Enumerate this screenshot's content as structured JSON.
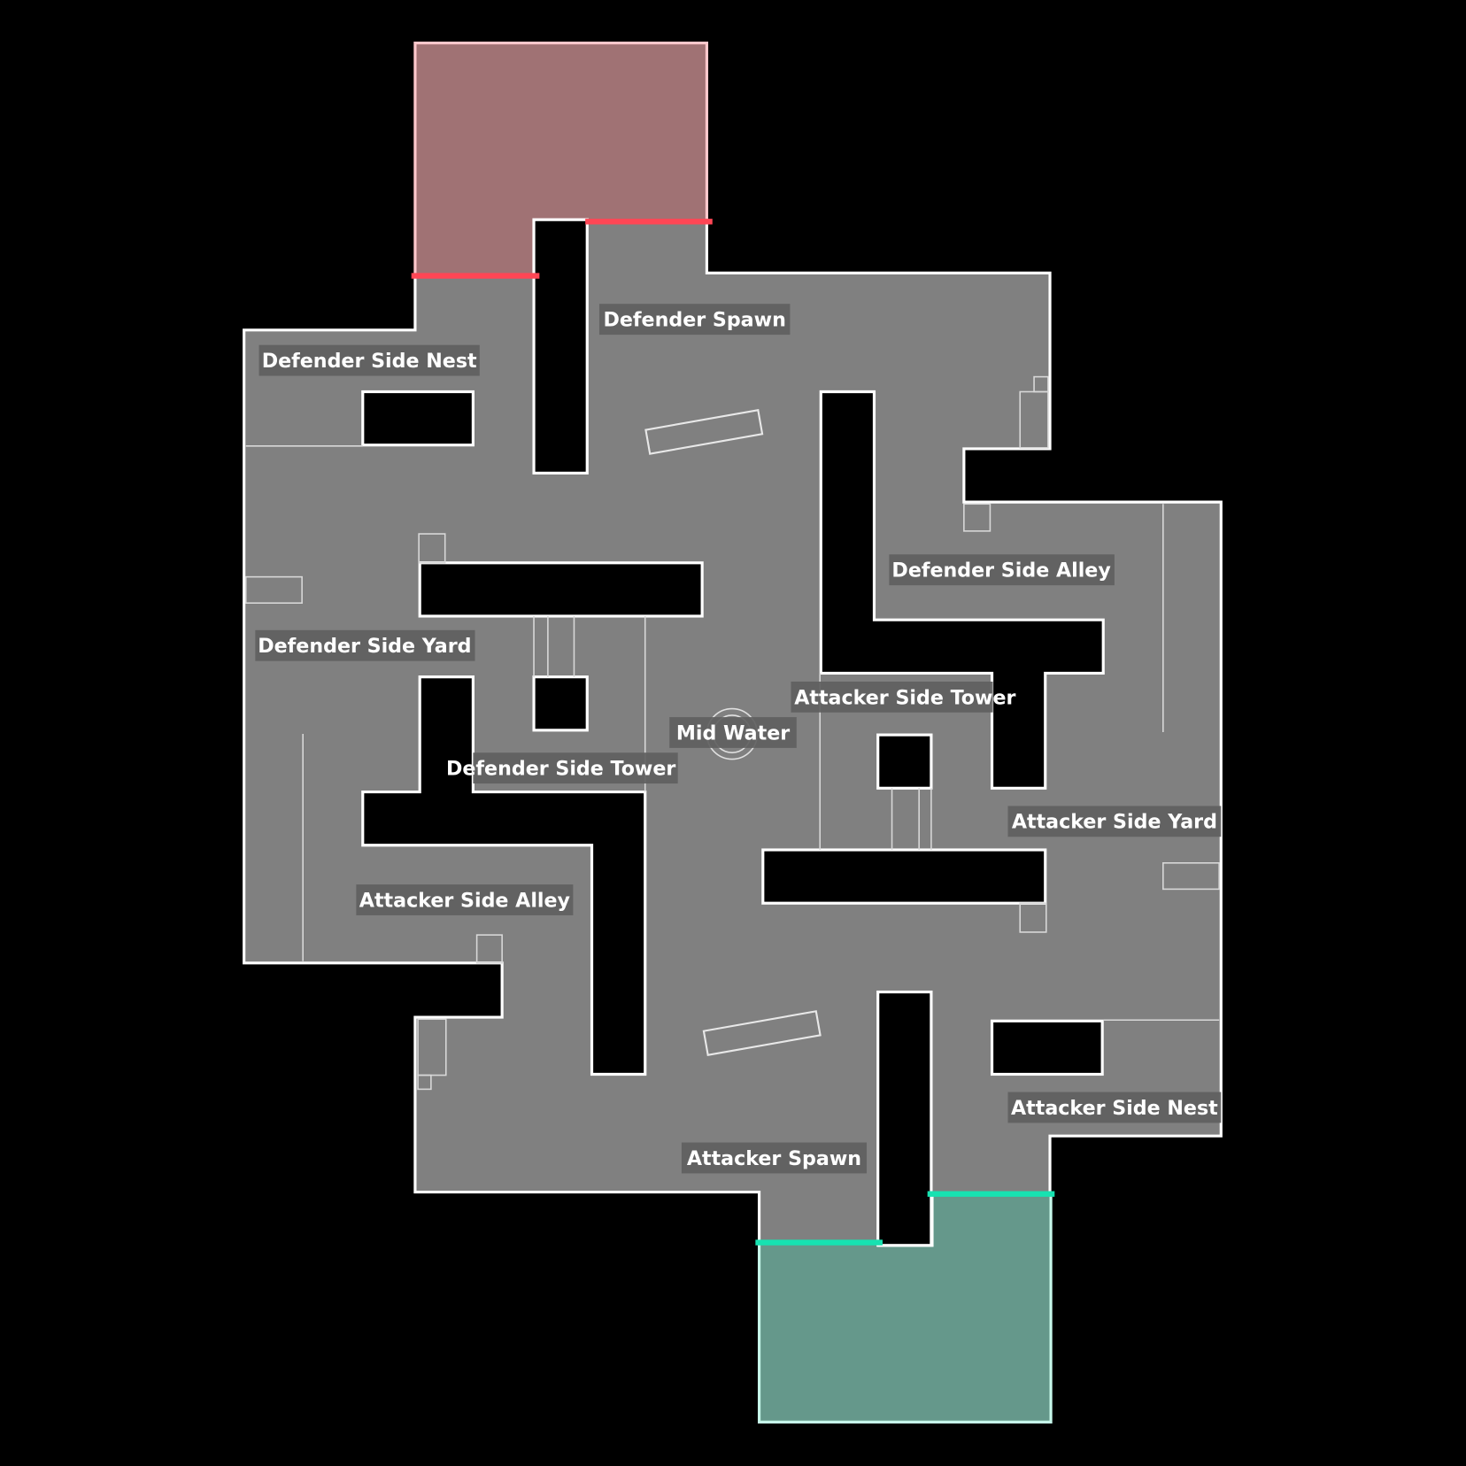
{
  "map": {
    "background": "#000000",
    "floor_color": "#808080",
    "wall_color": "#000000",
    "outline_color": "#ffffff",
    "defender_spawn_zone": {
      "fill": "#a07274",
      "border": "#ffc8cc",
      "barrier_color": "#ff4655"
    },
    "attacker_spawn_zone": {
      "fill": "#65988b",
      "border": "#c6f8ea",
      "barrier_color": "#17e2b1"
    }
  },
  "callouts": [
    {
      "id": "defender-spawn",
      "label": "Defender Spawn"
    },
    {
      "id": "defender-side-nest",
      "label": "Defender Side Nest"
    },
    {
      "id": "defender-side-alley",
      "label": "Defender Side Alley"
    },
    {
      "id": "defender-side-yard",
      "label": "Defender Side Yard"
    },
    {
      "id": "attacker-side-tower",
      "label": "Attacker Side Tower"
    },
    {
      "id": "mid-water",
      "label": "Mid Water"
    },
    {
      "id": "defender-side-tower",
      "label": "Defender Side Tower"
    },
    {
      "id": "attacker-side-yard",
      "label": "Attacker Side Yard"
    },
    {
      "id": "attacker-side-alley",
      "label": "Attacker Side Alley"
    },
    {
      "id": "attacker-side-nest",
      "label": "Attacker Side Nest"
    },
    {
      "id": "attacker-spawn",
      "label": "Attacker Spawn"
    }
  ]
}
